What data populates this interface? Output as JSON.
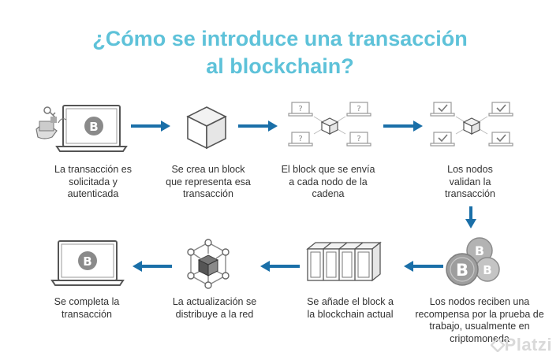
{
  "title": {
    "line1": "¿Cómo se introduce una transacción",
    "line2": "al blockchain?"
  },
  "steps": [
    {
      "text": "La transacción es solicitada y autenticada"
    },
    {
      "text": "Se crea un block que representa esa transacción"
    },
    {
      "text": "El block que se envía a cada nodo de la cadena"
    },
    {
      "text": "Los nodos validan la transacción"
    },
    {
      "text": "Los nodos reciben una recompensa por la prueba de trabajo, usualmente en criptomoneda"
    },
    {
      "text": "Se añade el block a la blockchain actual"
    },
    {
      "text": "La actualización se distribuye a la red"
    },
    {
      "text": "Se completa la transacción"
    }
  ],
  "icons": [
    "laptop-bitcoin-icon",
    "cube-icon",
    "network-nodes-icon",
    "validated-nodes-icon",
    "bitcoin-coins-icon",
    "block-chain-icon",
    "network-cube-icon",
    "laptop-bitcoin-icon"
  ],
  "colors": {
    "title": "#5ec2d9",
    "arrow": "#1a6fa8"
  },
  "watermark": "Platzi"
}
